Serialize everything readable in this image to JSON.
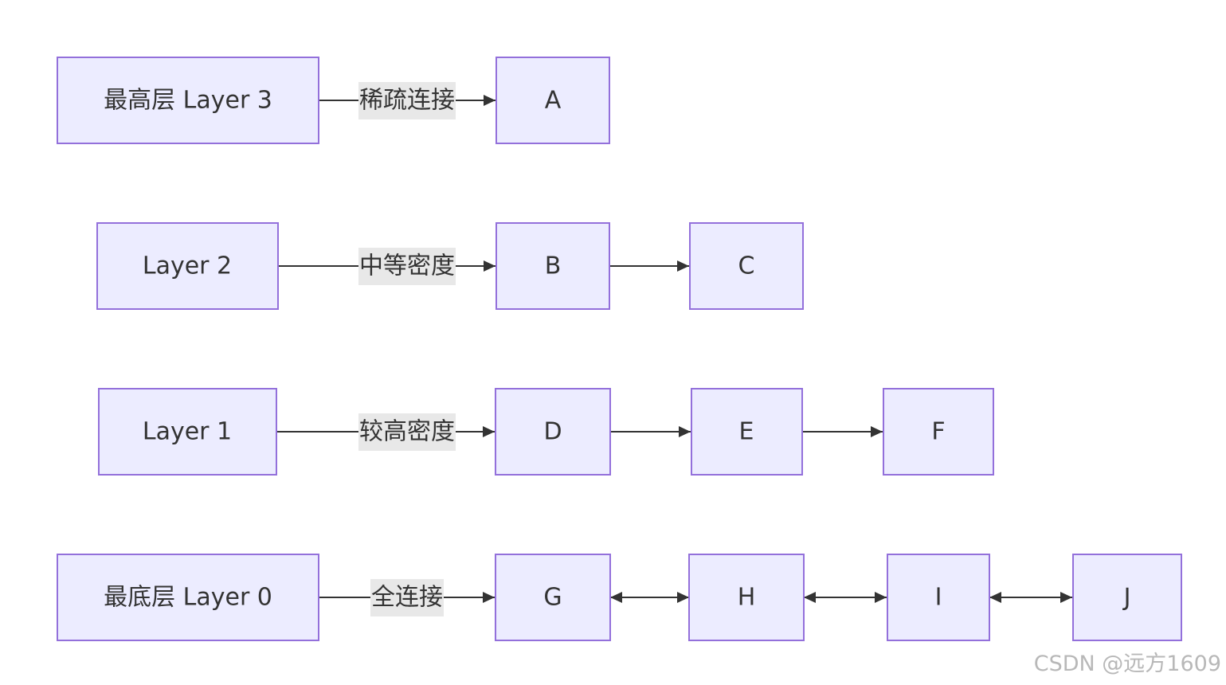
{
  "diagram": {
    "colors": {
      "node_fill": "#ECECFF",
      "node_stroke": "#9370DB",
      "edge": "#333333",
      "label_bg": "#E8E8E8",
      "text": "#333333"
    },
    "nodes": {
      "layer3": "最高层 Layer 3",
      "layer2": "Layer 2",
      "layer1": "Layer 1",
      "layer0": "最底层 Layer 0",
      "A": "A",
      "B": "B",
      "C": "C",
      "D": "D",
      "E": "E",
      "F": "F",
      "G": "G",
      "H": "H",
      "I": "I",
      "J": "J"
    },
    "edges": [
      {
        "from": "layer3",
        "to": "A",
        "label": "稀疏连接",
        "direction": "forward"
      },
      {
        "from": "layer2",
        "to": "B",
        "label": "中等密度",
        "direction": "forward"
      },
      {
        "from": "B",
        "to": "C",
        "label": "",
        "direction": "forward"
      },
      {
        "from": "layer1",
        "to": "D",
        "label": "较高密度",
        "direction": "forward"
      },
      {
        "from": "D",
        "to": "E",
        "label": "",
        "direction": "forward"
      },
      {
        "from": "E",
        "to": "F",
        "label": "",
        "direction": "forward"
      },
      {
        "from": "layer0",
        "to": "G",
        "label": "全连接",
        "direction": "forward"
      },
      {
        "from": "G",
        "to": "H",
        "label": "",
        "direction": "both"
      },
      {
        "from": "H",
        "to": "I",
        "label": "",
        "direction": "both"
      },
      {
        "from": "I",
        "to": "J",
        "label": "",
        "direction": "both"
      }
    ]
  },
  "watermark": "CSDN @远方1609"
}
